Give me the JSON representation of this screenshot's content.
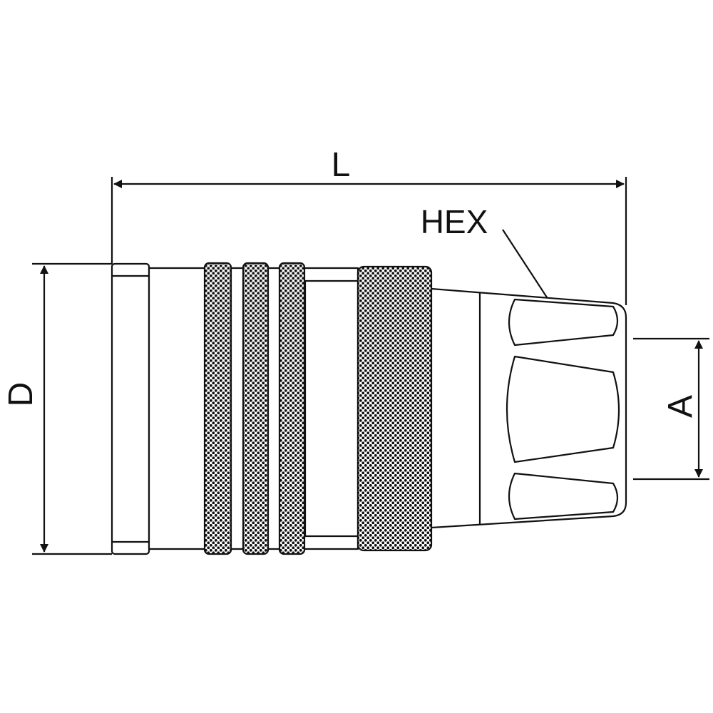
{
  "labels": {
    "length": "L",
    "hex": "HEX",
    "diameter": "D",
    "thread": "A"
  },
  "colors": {
    "line": "#111111",
    "background": "#ffffff",
    "knurl_dot": "#111111"
  }
}
